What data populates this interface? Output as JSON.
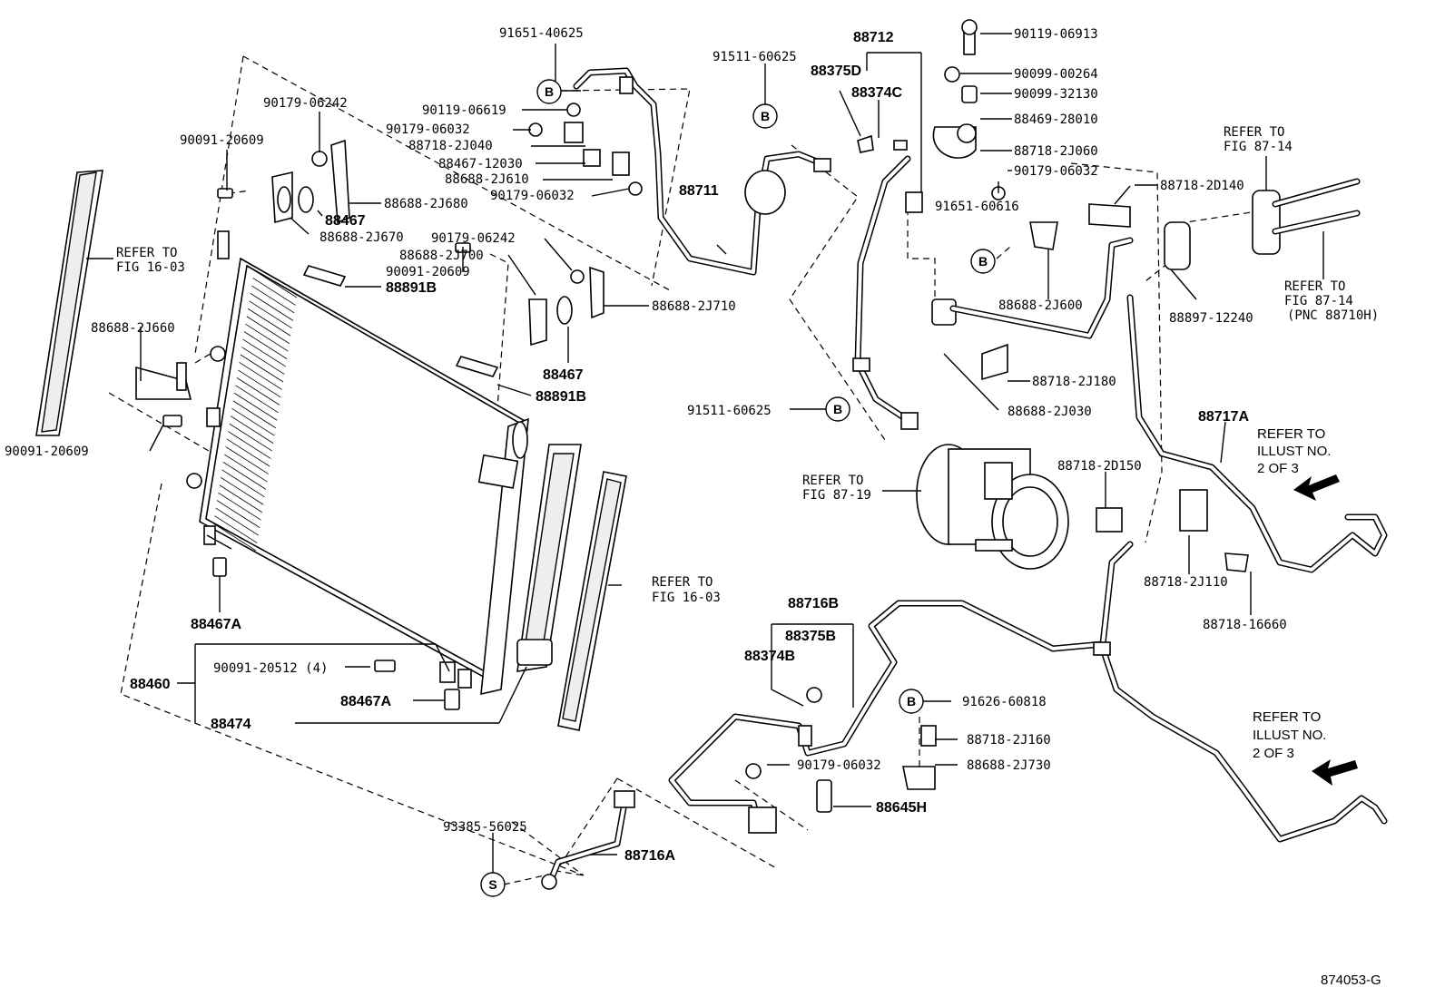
{
  "figure_id": "874053-G",
  "refs": {
    "fig_16_03_left": [
      "REFER TO",
      "FIG 16-03"
    ],
    "fig_16_03_right": [
      "REFER TO",
      "FIG 16-03"
    ],
    "fig_87_14_top": [
      "REFER TO",
      "FIG 87-14"
    ],
    "fig_87_14_bottom": [
      "REFER TO",
      "FIG 87-14",
      "(PNC 88710H)"
    ],
    "fig_87_19": [
      "REFER TO",
      "FIG 87-19"
    ],
    "illust_top": [
      "REFER TO",
      "ILLUST NO.",
      "2 OF 3"
    ],
    "illust_bottom": [
      "REFER TO",
      "ILLUST NO.",
      "2 OF 3"
    ]
  },
  "markers": {
    "b": "B",
    "s": "S"
  },
  "labels": {
    "p91651_40625": "91651-40625",
    "p90179_06242a": "90179-06242",
    "p90091_20609a": "90091-20609",
    "p90119_06619": "90119-06619",
    "p90179_06032a": "90179-06032",
    "p88718_2j040": "88718-2J040",
    "p88467_12030": "88467-12030",
    "p88688_2j610": "88688-2J610",
    "p90179_06032b": "90179-06032",
    "p88688_2j680": "88688-2J680",
    "p88467a": "88467",
    "p88688_2j670": "88688-2J670",
    "p90179_06242b": "90179-06242",
    "p88688_2j700": "88688-2J700",
    "p90091_20609b": "90091-20609",
    "p88688_2j710": "88688-2J710",
    "p88891b_a": "88891B",
    "p88467b": "88467",
    "p88891b_b": "88891B",
    "p88688_2j660": "88688-2J660",
    "p90091_20609c": "90091-20609",
    "p88467a_a": "88467A",
    "p88460": "88460",
    "p90091_20512": "90091-20512 (4)",
    "p88467a_b": "88467A",
    "p88474": "88474",
    "p91511_60625a": "91511-60625",
    "p88711": "88711",
    "p88712": "88712",
    "p88375d": "88375D",
    "p88374c": "88374C",
    "p90119_06913": "90119-06913",
    "p90099_00264": "90099-00264",
    "p90099_32130": "90099-32130",
    "p88469_28010": "88469-28010",
    "p88718_2j060": "88718-2J060",
    "p90179_06032c": "90179-06032",
    "p91651_60616": "91651-60616",
    "p88718_2d140": "88718-2D140",
    "p88688_2j600": "88688-2J600",
    "p88897_12240": "88897-12240",
    "p88718_2j180": "88718-2J180",
    "p88688_2j030": "88688-2J030",
    "p91511_60625b": "91511-60625",
    "p88717a": "88717A",
    "p88718_2d150": "88718-2D150",
    "p88718_2j110": "88718-2J110",
    "p88718_16660": "88718-16660",
    "p88716b": "88716B",
    "p88375b": "88375B",
    "p88374b": "88374B",
    "p91626_60818": "91626-60818",
    "p88718_2j160": "88718-2J160",
    "p90179_06032d": "90179-06032",
    "p88688_2j730": "88688-2J730",
    "p88645h": "88645H",
    "p93385_56025": "93385-56025",
    "p88716a": "88716A"
  }
}
